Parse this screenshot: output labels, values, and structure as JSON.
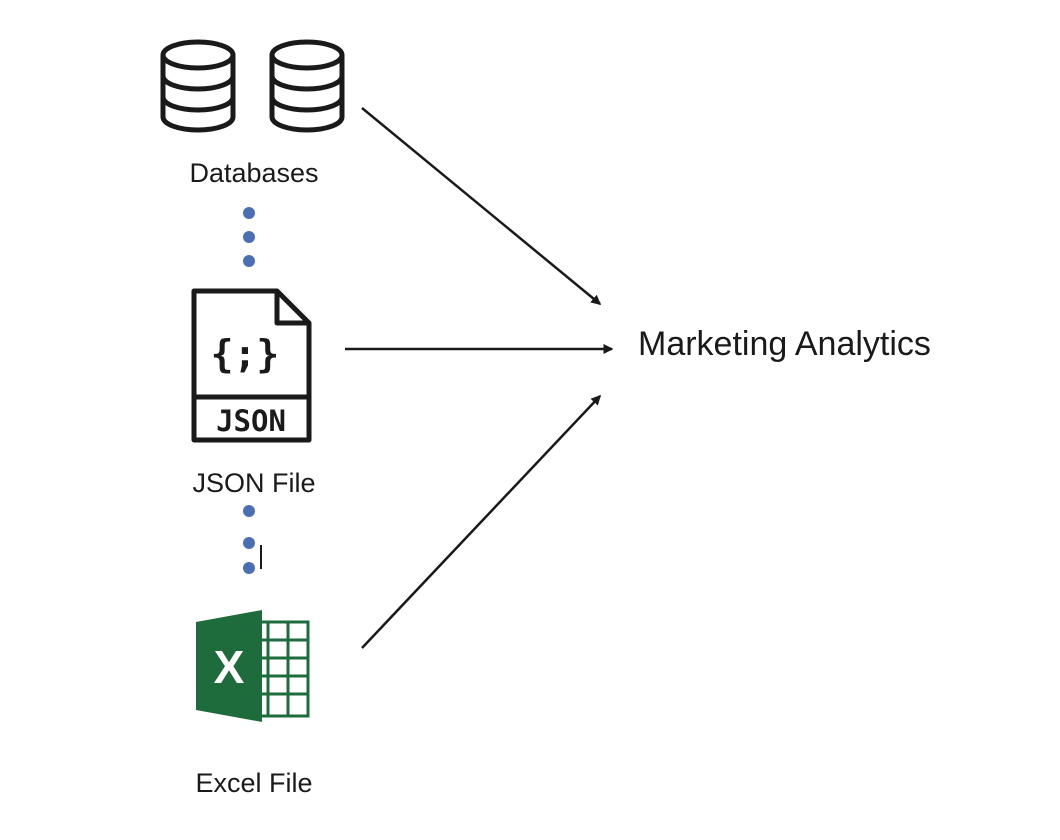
{
  "sources": [
    {
      "label": "Databases",
      "icon": "database-icon"
    },
    {
      "label": "JSON File",
      "icon": "json-file-icon",
      "glyph_top": "{;}",
      "glyph_bottom": "JSON"
    },
    {
      "label": "Excel File",
      "icon": "excel-icon",
      "glyph": "X"
    }
  ],
  "target": {
    "label": "Marketing Analytics"
  },
  "colors": {
    "dots": "#4a6fb5",
    "excel_green": "#1e6b3c",
    "excel_green_light": "#2e8b57",
    "stroke": "#1a1a1a"
  }
}
